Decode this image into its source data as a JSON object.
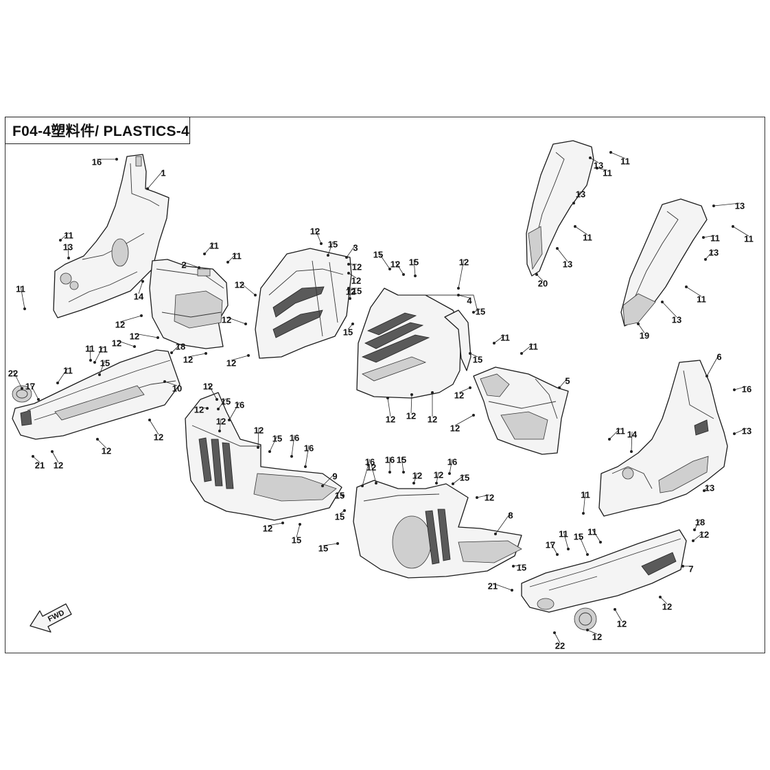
{
  "title": "F04-4塑料件/ PLASTICS-4",
  "fwd_label": "FWD",
  "callouts": [
    {
      "id": "c1",
      "label": "16"
    },
    {
      "id": "c2",
      "label": "1"
    },
    {
      "id": "c3",
      "label": "11"
    },
    {
      "id": "c4",
      "label": "13"
    },
    {
      "id": "c5",
      "label": "14"
    },
    {
      "id": "c6",
      "label": "11"
    },
    {
      "id": "c7",
      "label": "2"
    },
    {
      "id": "c8",
      "label": "11"
    },
    {
      "id": "c9",
      "label": "11"
    },
    {
      "id": "c10",
      "label": "12"
    },
    {
      "id": "c11",
      "label": "12"
    },
    {
      "id": "c12",
      "label": "18"
    },
    {
      "id": "c13",
      "label": "12"
    },
    {
      "id": "c14",
      "label": "12"
    },
    {
      "id": "c15",
      "label": "3"
    },
    {
      "id": "c16",
      "label": "15"
    },
    {
      "id": "c17",
      "label": "12"
    },
    {
      "id": "c18",
      "label": "12"
    },
    {
      "id": "c19",
      "label": "12"
    },
    {
      "id": "c20",
      "label": "15"
    },
    {
      "id": "c21",
      "label": "12"
    },
    {
      "id": "c22",
      "label": "12"
    },
    {
      "id": "c23",
      "label": "15"
    },
    {
      "id": "c24",
      "label": "12"
    },
    {
      "id": "c25",
      "label": "12"
    },
    {
      "id": "c26",
      "label": "15"
    },
    {
      "id": "c27",
      "label": "12"
    },
    {
      "id": "c28",
      "label": "15"
    },
    {
      "id": "c29",
      "label": "12"
    },
    {
      "id": "c30",
      "label": "4"
    },
    {
      "id": "c31",
      "label": "15"
    },
    {
      "id": "c32",
      "label": "15"
    },
    {
      "id": "c33",
      "label": "11"
    },
    {
      "id": "c34",
      "label": "11"
    },
    {
      "id": "c35",
      "label": "12"
    },
    {
      "id": "c36",
      "label": "12"
    },
    {
      "id": "c37",
      "label": "12"
    },
    {
      "id": "c38",
      "label": "5"
    },
    {
      "id": "c39",
      "label": "12"
    },
    {
      "id": "c40",
      "label": "12"
    },
    {
      "id": "c41",
      "label": "11"
    },
    {
      "id": "c42",
      "label": "13"
    },
    {
      "id": "c43",
      "label": "11"
    },
    {
      "id": "c44",
      "label": "13"
    },
    {
      "id": "c45",
      "label": "11"
    },
    {
      "id": "c46",
      "label": "13"
    },
    {
      "id": "c47",
      "label": "20"
    },
    {
      "id": "c48",
      "label": "13"
    },
    {
      "id": "c49",
      "label": "11"
    },
    {
      "id": "c50",
      "label": "11"
    },
    {
      "id": "c51",
      "label": "13"
    },
    {
      "id": "c52",
      "label": "11"
    },
    {
      "id": "c53",
      "label": "13"
    },
    {
      "id": "c54",
      "label": "19"
    },
    {
      "id": "c55",
      "label": "6"
    },
    {
      "id": "c56",
      "label": "16"
    },
    {
      "id": "c57",
      "label": "13"
    },
    {
      "id": "c58",
      "label": "11"
    },
    {
      "id": "c59",
      "label": "14"
    },
    {
      "id": "c60",
      "label": "13"
    },
    {
      "id": "c61",
      "label": "11"
    },
    {
      "id": "c62",
      "label": "18"
    },
    {
      "id": "c63",
      "label": "12"
    },
    {
      "id": "c64",
      "label": "11"
    },
    {
      "id": "c65",
      "label": "15"
    },
    {
      "id": "c66",
      "label": "11"
    },
    {
      "id": "c67",
      "label": "17"
    },
    {
      "id": "c68",
      "label": "7"
    },
    {
      "id": "c69",
      "label": "21"
    },
    {
      "id": "c70",
      "label": "12"
    },
    {
      "id": "c71",
      "label": "12"
    },
    {
      "id": "c72",
      "label": "22"
    },
    {
      "id": "c73",
      "label": "12"
    },
    {
      "id": "c74",
      "label": "22"
    },
    {
      "id": "c75",
      "label": "17"
    },
    {
      "id": "c76",
      "label": "11"
    },
    {
      "id": "c77",
      "label": "11"
    },
    {
      "id": "c78",
      "label": "15"
    },
    {
      "id": "c79",
      "label": "11"
    },
    {
      "id": "c80",
      "label": "10"
    },
    {
      "id": "c81",
      "label": "21"
    },
    {
      "id": "c82",
      "label": "12"
    },
    {
      "id": "c83",
      "label": "12"
    },
    {
      "id": "c84",
      "label": "12"
    },
    {
      "id": "c85",
      "label": "12"
    },
    {
      "id": "c86",
      "label": "12"
    },
    {
      "id": "c87",
      "label": "15"
    },
    {
      "id": "c88",
      "label": "16"
    },
    {
      "id": "c89",
      "label": "12"
    },
    {
      "id": "c90",
      "label": "12"
    },
    {
      "id": "c91",
      "label": "15"
    },
    {
      "id": "c92",
      "label": "16"
    },
    {
      "id": "c93",
      "label": "16"
    },
    {
      "id": "c94",
      "label": "9"
    },
    {
      "id": "c95",
      "label": "15"
    },
    {
      "id": "c96",
      "label": "15"
    },
    {
      "id": "c97",
      "label": "12"
    },
    {
      "id": "c98",
      "label": "16"
    },
    {
      "id": "c99",
      "label": "15"
    },
    {
      "id": "c100",
      "label": "15"
    },
    {
      "id": "c101",
      "label": "12"
    },
    {
      "id": "c102",
      "label": "16"
    },
    {
      "id": "c103",
      "label": "15"
    },
    {
      "id": "c104",
      "label": "12"
    },
    {
      "id": "c105",
      "label": "12"
    },
    {
      "id": "c106",
      "label": "16"
    },
    {
      "id": "c107",
      "label": "8"
    },
    {
      "id": "c108",
      "label": "15"
    },
    {
      "id": "c109",
      "label": "15"
    },
    {
      "id": "c110",
      "label": "12"
    }
  ]
}
